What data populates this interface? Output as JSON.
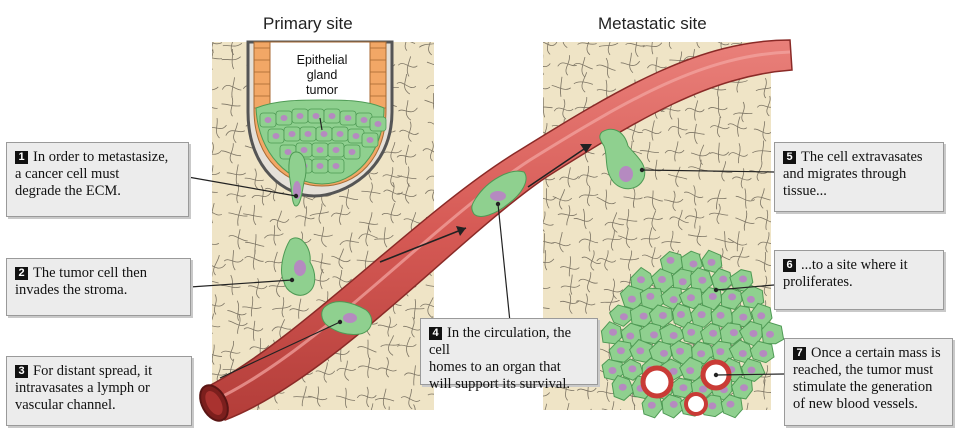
{
  "titles": {
    "primary": "Primary site",
    "metastatic": "Metastatic site"
  },
  "gland_label": [
    "Epithelial",
    "gland",
    "tumor"
  ],
  "steps": [
    {
      "num": "1",
      "lines": [
        "In order to metastasize,",
        "a cancer cell must",
        "degrade the ECM."
      ]
    },
    {
      "num": "2",
      "lines": [
        "The tumor cell then",
        "invades the stroma."
      ]
    },
    {
      "num": "3",
      "lines": [
        "For distant spread, it",
        "intravasates a lymph or",
        "vascular channel."
      ]
    },
    {
      "num": "4",
      "lines": [
        "In the circulation, the cell",
        "homes to an organ that",
        "will support its survival."
      ]
    },
    {
      "num": "5",
      "lines": [
        "The cell extravasates",
        "and migrates through",
        "tissue..."
      ]
    },
    {
      "num": "6",
      "lines": [
        "...to a site where it",
        "proliferates."
      ]
    },
    {
      "num": "7",
      "lines": [
        "Once a certain mass is",
        "reached, the tumor must",
        "stimulate the generation",
        "of new blood vessels."
      ]
    }
  ],
  "colors": {
    "tissue": "#efe4c6",
    "ecm_line": "#7d7565",
    "vessel": "#d65a55",
    "vessel_dark": "#a9322f",
    "cell": "#8fd08f",
    "cell_edge": "#4e9a54",
    "nucleus": "#b58ac0",
    "gland_orange": "#f2a766",
    "frame": "#9a9a9a"
  }
}
